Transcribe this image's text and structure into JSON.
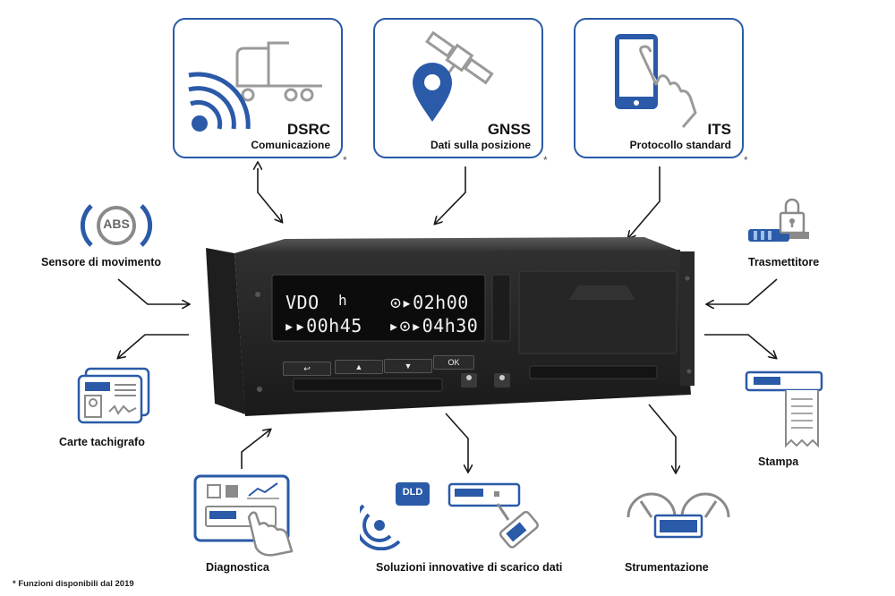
{
  "top_boxes": {
    "dsrc": {
      "title": "DSRC",
      "subtitle": "Comunicazione",
      "star": "*"
    },
    "gnss": {
      "title": "GNSS",
      "subtitle": "Dati sulla posizione",
      "star": "*"
    },
    "its": {
      "title": "ITS",
      "subtitle": "Protocollo standard",
      "star": "*"
    }
  },
  "side_labels": {
    "motion_sensor": "Sensore di movimento",
    "abs_badge": "ABS",
    "transmitter": "Trasmettitore",
    "cards": "Carte tachigrafo",
    "print": "Stampa",
    "diagnostics": "Diagnostica",
    "download": "Soluzioni innovative di scarico dati",
    "dld_badge": "DLD",
    "instruments": "Strumentazione"
  },
  "device": {
    "brand_display": "VDO",
    "mode_symbol": "h",
    "top_right": "⊙▸02h00",
    "bottom_left": "▸▸00h45",
    "bottom_right": "▸⊙▸04h30",
    "buttons": {
      "back": "↩",
      "up": "▲",
      "down": "▼",
      "ok": "OK"
    }
  },
  "footnote": "* Funzioni disponibili dal 2019",
  "colors": {
    "accent": "#2a5aa8",
    "device": "#262626"
  }
}
